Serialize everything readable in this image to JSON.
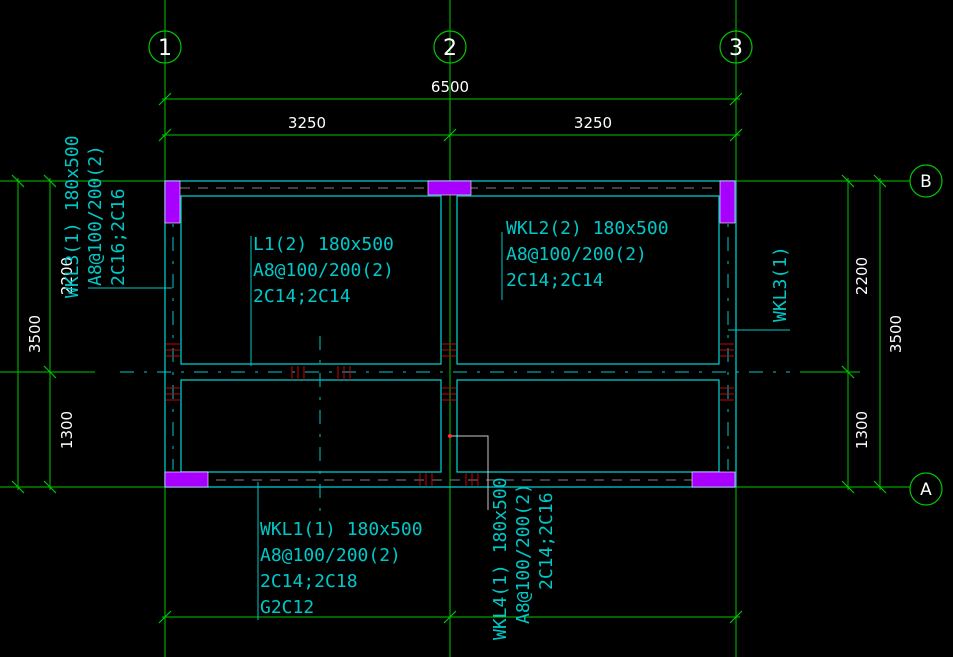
{
  "axes": {
    "vertical": [
      "1",
      "2",
      "3"
    ],
    "horizontal": [
      "B",
      "A"
    ]
  },
  "dimensions": {
    "top_total": "6500",
    "top_left": "3250",
    "top_right": "3250",
    "left_total": "3500",
    "left_upper": "2200",
    "left_lower": "1300",
    "right_total": "3500",
    "right_upper": "2200",
    "right_lower": "1300"
  },
  "beams": {
    "l1": [
      "L1(2) 180x500",
      "A8@100/200(2)",
      "2C14;2C14"
    ],
    "wkl2": [
      "WKL2(2) 180x500",
      "A8@100/200(2)",
      "2C14;2C14"
    ],
    "wkl1": [
      "WKL1(1) 180x500",
      "A8@100/200(2)",
      "2C14;2C18",
      "G2C12"
    ],
    "wkl3_left": [
      "WKL3(1) 180x500",
      "A8@100/200(2)",
      "2C16;2C16"
    ],
    "wkl3_right": "WKL3(1)",
    "wkl4": [
      "WKL4(1) 180x500",
      "A8@100/200(2)",
      "2C14;2C16"
    ]
  },
  "colors": {
    "grid": "#00c800",
    "beam": "#00c8c8",
    "column": "#a800ff",
    "rebar_mark": "#d00000"
  }
}
